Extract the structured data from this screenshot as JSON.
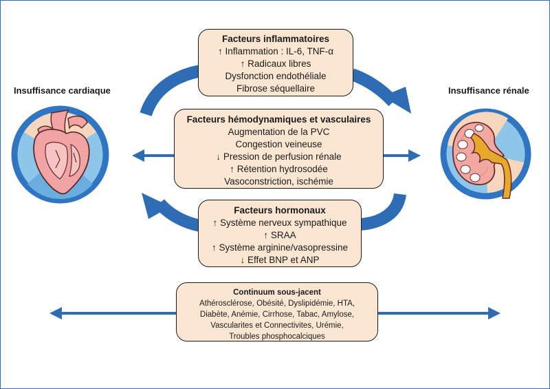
{
  "left_label": "Insuffisance cardiaque",
  "right_label": "Insuffisance rénale",
  "inflammatory": {
    "title": "Facteurs inflammatoires",
    "lines": [
      "↑ Inflammation : IL-6, TNF-α",
      "↑ Radicaux libres",
      "Dysfonction endothéliale",
      "Fibrose séquellaire"
    ]
  },
  "hemodynamic": {
    "title": "Facteurs hémodynamiques et vasculaires",
    "lines": [
      "Augmentation de la PVC",
      "Congestion veineuse",
      "↓ Pression de perfusion rénale",
      "↑ Rétention hydrosodée",
      "Vasoconstriction, ischémie"
    ]
  },
  "hormonal": {
    "title": "Facteurs hormonaux",
    "lines": [
      "↑ Système nerveux sympathique",
      "↑ SRAA",
      "↑ Système arginine/vasopressine",
      "↓ Effet BNP et ANP"
    ]
  },
  "continuum": {
    "title": "Continuum sous-jacent",
    "lines": [
      "Athérosclérose, Obésité, Dyslipidémie, HTA,",
      "Diabète, Anémie, Cirrhose, Tabac, Amylose,",
      "Vascularites et Connectivites, Urémie,",
      "Troubles phosphocalciques"
    ]
  },
  "colors": {
    "arrow_blue": "#2e6db4",
    "box_fill": "#fbe6d2",
    "circle_blue": "#2f75c2",
    "circle_light": "#8ec6ea",
    "circle_peach": "#f6d6bd",
    "heart_pink": "#f2a3a3",
    "kidney_pink": "#f0a8a0",
    "kidney_yellow": "#e8a92a"
  },
  "icons": [
    "heart-illustration",
    "kidney-illustration"
  ]
}
